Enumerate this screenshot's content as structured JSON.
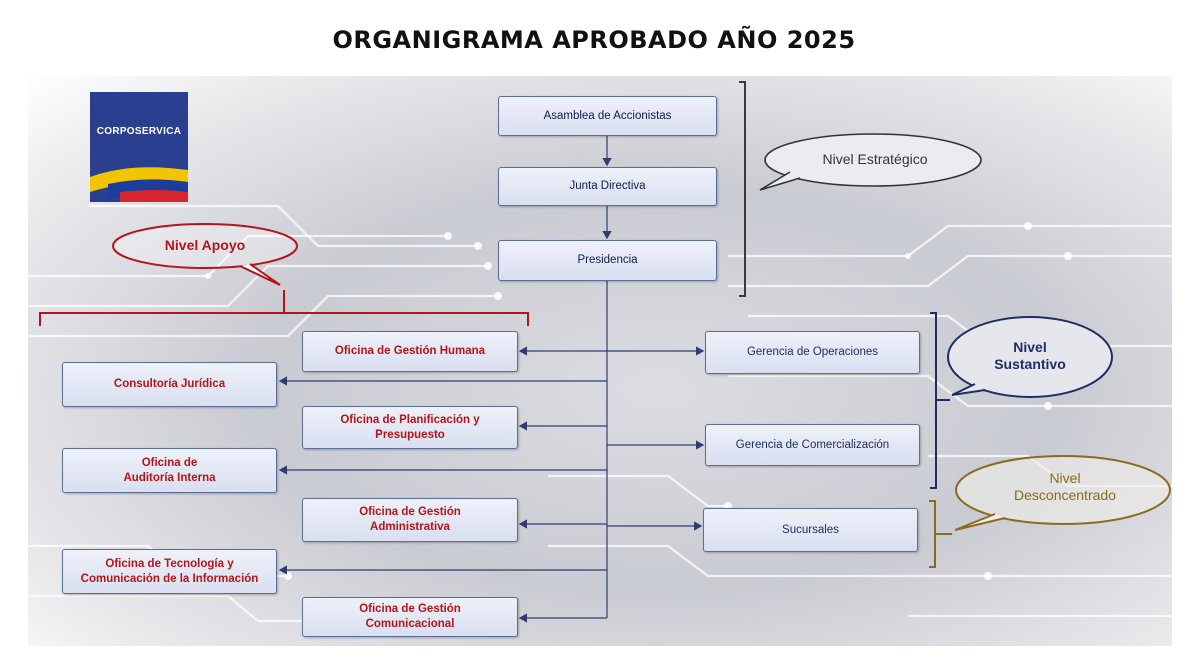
{
  "title": "ORGANIGRAMA APROBADO AÑO 2025",
  "logo": {
    "text": "CORPOSERVICA"
  },
  "levels": {
    "estrategico": "Nivel Estratégico",
    "apoyo": "Nivel Apoyo",
    "sustantivo": "Nivel\nSustantivo",
    "desconcentrado": "Nivel\nDesconcentrado"
  },
  "strategic": [
    "Asamblea de Accionistas",
    "Junta Directiva",
    "Presidencia"
  ],
  "support": {
    "gestion_humana": "Oficina de Gestión Humana",
    "consultoria": "Consultoría Jurídica",
    "planificacion": "Oficina de Planificación y\nPresupuesto",
    "auditoria": "Oficina de\nAuditoría Interna",
    "administrativa": "Oficina de Gestión\nAdministrativa",
    "tecnologia": "Oficina de Tecnología y\nComunicación de la Información",
    "comunicacional": "Oficina de Gestión\nComunicacional"
  },
  "substantive": {
    "operaciones": "Gerencia de Operaciones",
    "comercializacion": "Gerencia de Comercialización",
    "sucursales": "Sucursales"
  },
  "colors": {
    "support_text": "#b3151b",
    "substantive_text": "#1d2b57",
    "connector": "#2e3c74",
    "apoyo_bracket": "#b3151b",
    "sustantivo_bracket": "#1f2d63",
    "desconcentrado_bracket": "#8a6a1f"
  }
}
